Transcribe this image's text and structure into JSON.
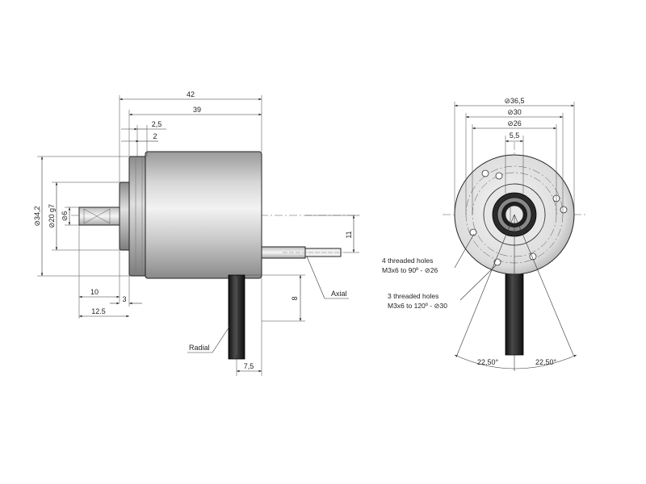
{
  "side_view": {
    "dims": {
      "len_42": "42",
      "len_39": "39",
      "flange_2_5": "2,5",
      "flange_2": "2",
      "dia_34_2": "⊘34,2",
      "dia_20": "⊘20 g7",
      "dia_6": "⊘6",
      "shaft_10": "10",
      "offset_3": "3",
      "shaft_12_5": "12.5",
      "axial_11": "11",
      "radial_8": "8",
      "radial_7_5": "7,5"
    },
    "labels": {
      "axial": "Axial",
      "radial": "Radial"
    }
  },
  "front_view": {
    "dims": {
      "dia_36_5": "⊘36,5",
      "dia_30": "⊘30",
      "dia_26": "⊘26",
      "slot_5_5": "5,5",
      "angle_left": "22,50°",
      "angle_right": "22,50°"
    },
    "notes": {
      "holes4_line1": "4 threaded holes",
      "holes4_line2": "M3x6 to 90º - ⊘26",
      "holes3_line1": "3 threaded holes",
      "holes3_line2": "M3x6 to 120º - ⊘30"
    }
  },
  "colors": {
    "body_light": "#eeeeee",
    "body_mid": "#c4c4c4",
    "body_dark": "#9a9a9a",
    "cable": "#1e1e1e",
    "line": "#222222"
  }
}
